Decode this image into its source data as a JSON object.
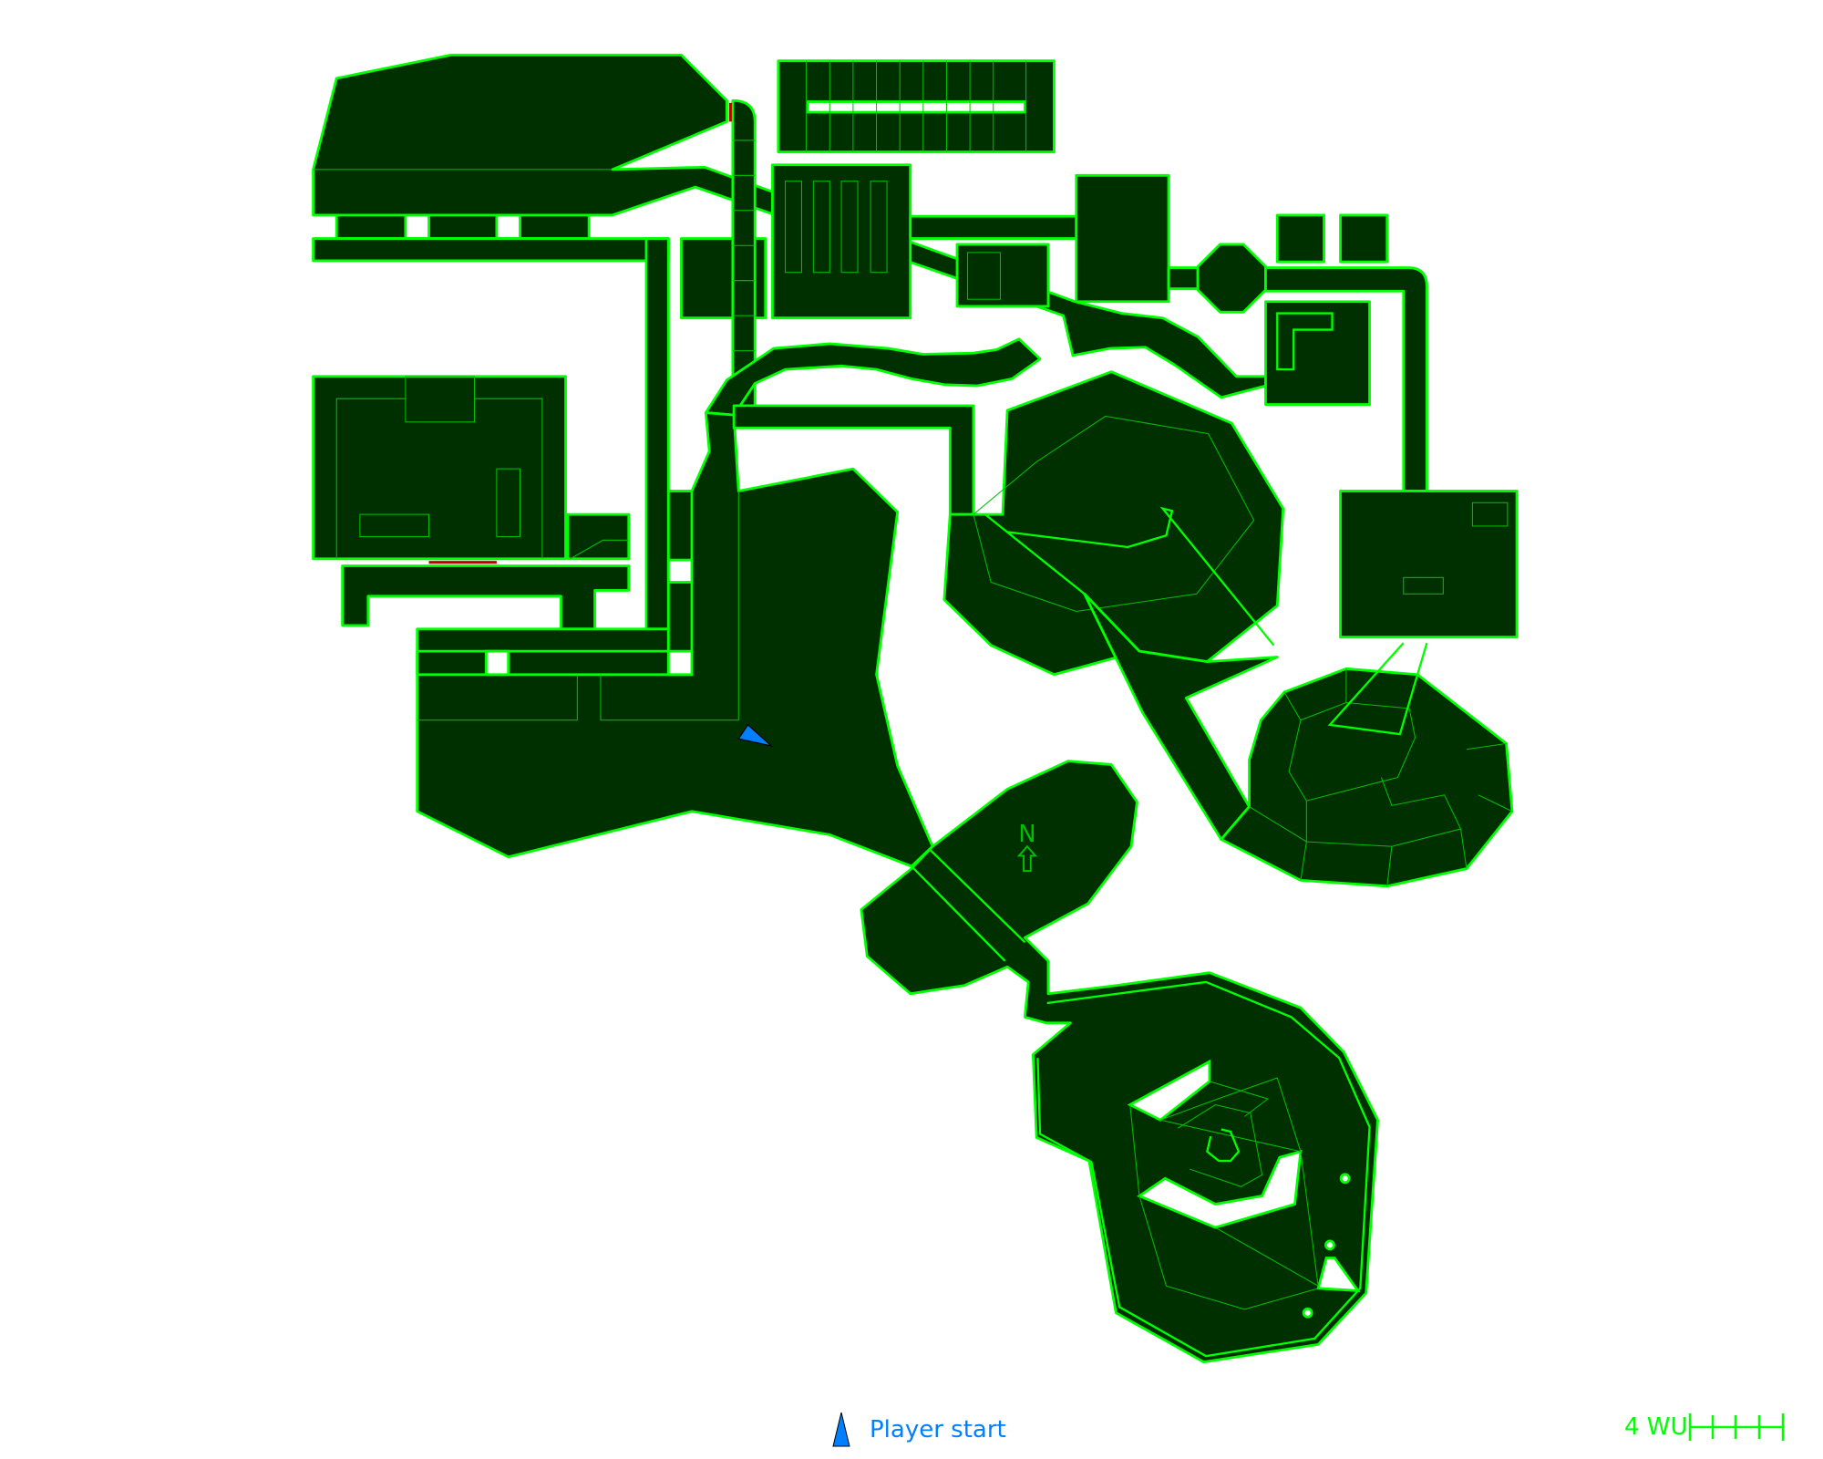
{
  "map": {
    "colors": {
      "floor": "#003000",
      "wall": "#00ff00",
      "player": "#0080ff",
      "door": "#c00000"
    },
    "compass_label": "N",
    "compass_icon": "north-arrow-icon"
  },
  "legend": {
    "player_start_label": "Player start",
    "scale_label": "4 WU"
  }
}
